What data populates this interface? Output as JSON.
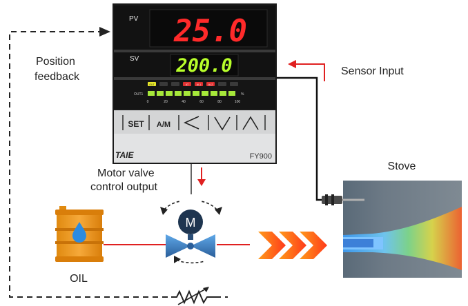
{
  "controller": {
    "pv_label": "PV",
    "pv_value": "25.0",
    "sv_label": "SV",
    "sv_value": "200.0",
    "out_label": "OUT1",
    "bar_scale": [
      "0",
      "20",
      "40",
      "60",
      "80",
      "100"
    ],
    "bar_unit": "%",
    "indicators": [
      "OUT",
      "",
      "",
      "AT",
      "AL1",
      "AL2",
      "",
      ""
    ],
    "keys": [
      "SET",
      "A/M"
    ],
    "brand": "TAIE",
    "model": "FY900"
  },
  "labels": {
    "position_feedback_1": "Position",
    "position_feedback_2": "feedback",
    "sensor_input": "Sensor Input",
    "motor_valve_1": "Motor valve",
    "motor_valve_2": "control output",
    "stove": "Stove",
    "oil": "OIL",
    "motor_letter": "M"
  },
  "colors": {
    "pv_digits": "#ff2a2a",
    "sv_digits": "#b8ff2a",
    "signal_red": "#e02020",
    "barrel": "#f39c1e",
    "motor_body": "#1e3550",
    "valve_blue": "#3d7fc0"
  }
}
